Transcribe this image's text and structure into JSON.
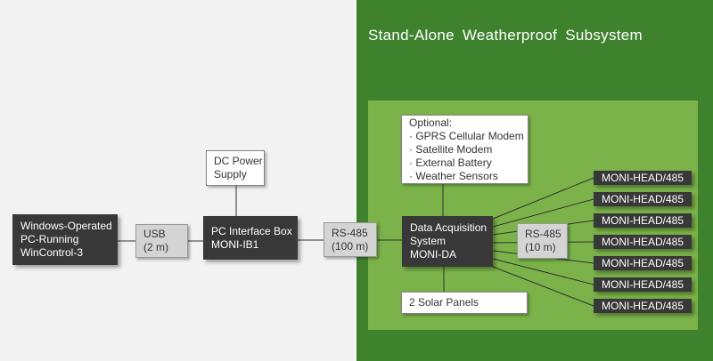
{
  "subsystem": {
    "title": "Stand-Alone Weatherproof Subsystem"
  },
  "nodes": {
    "pc": {
      "lines": [
        "Windows-Operated",
        "PC-Running",
        "WinControl-3"
      ]
    },
    "usb": {
      "lines": [
        "USB",
        "(2 m)"
      ]
    },
    "dc_power": {
      "lines": [
        "DC Power",
        "Supply"
      ]
    },
    "pc_interface": {
      "lines": [
        "PC Interface Box",
        "MONI-IB1"
      ]
    },
    "rs485_100": {
      "lines": [
        "RS-485",
        "(100 m)"
      ]
    },
    "data_acquisition": {
      "lines": [
        "Data Acquisition",
        "System",
        "MONI-DA"
      ]
    },
    "optional": {
      "lines": [
        "Optional:",
        "· GPRS Cellular Modem",
        "· Satellite Modem",
        "· External Battery",
        "· Weather Sensors"
      ]
    },
    "rs485_10": {
      "lines": [
        "RS-485",
        "(10 m)"
      ]
    },
    "solar": {
      "lines": [
        "2 Solar Panels"
      ]
    },
    "moni_heads": [
      "MONI-HEAD/485",
      "MONI-HEAD/485",
      "MONI-HEAD/485",
      "MONI-HEAD/485",
      "MONI-HEAD/485",
      "MONI-HEAD/485",
      "MONI-HEAD/485"
    ]
  },
  "colors": {
    "background_left": "#f2f2f2",
    "outer_green": "#3f822e",
    "inner_green": "#7bb34a",
    "dark_box": "#383838",
    "gray_box": "#d4d4d4",
    "white_box": "#ffffff",
    "connector": "#333333"
  }
}
